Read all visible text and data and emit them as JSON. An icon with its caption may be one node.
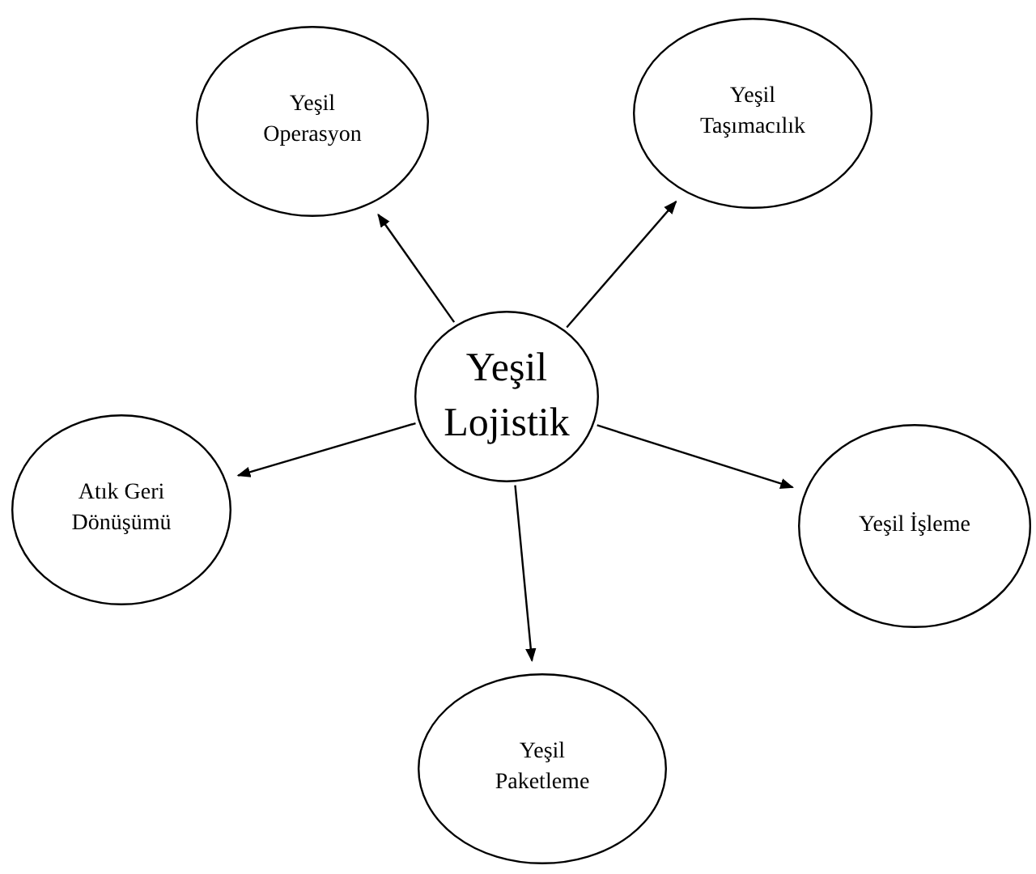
{
  "diagram": {
    "nodes": [
      {
        "text": [
          "Yeşil Lojistik"
        ]
      },
      {
        "text": [
          "Yeşil Operasyon"
        ]
      },
      {
        "text": [
          "Yeşil Taşımacılık"
        ]
      },
      {
        "text": [
          "Atık Geri Dönüşümü"
        ]
      },
      {
        "text": [
          "Yeşil İşleme"
        ]
      },
      {
        "text": [
          "Yeşil Paketleme"
        ]
      }
    ],
    "edges": [
      {
        "from": 0,
        "to": 1,
        "arrow": "to"
      },
      {
        "from": 0,
        "to": 2,
        "arrow": "to"
      },
      {
        "from": 0,
        "to": 3,
        "arrow": "to"
      },
      {
        "from": 0,
        "to": 4,
        "arrow": "to"
      },
      {
        "from": 0,
        "to": 5,
        "arrow": "to"
      }
    ]
  }
}
